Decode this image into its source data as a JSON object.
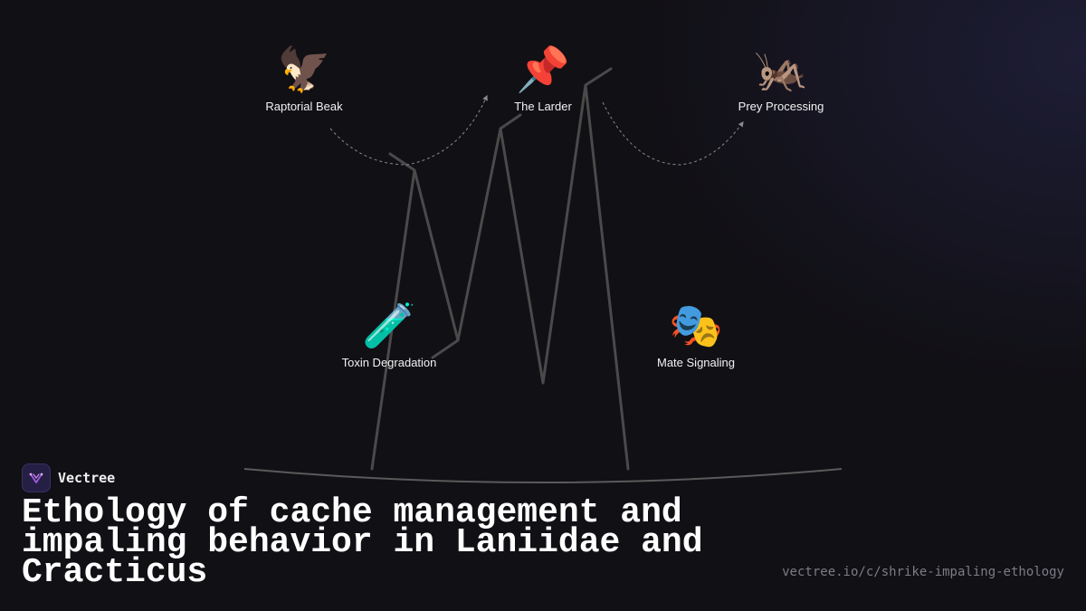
{
  "nodes": [
    {
      "emoji": "🦅",
      "emoji_name": "eagle-icon",
      "label": "Raptorial Beak"
    },
    {
      "emoji": "📌",
      "emoji_name": "pushpin-icon",
      "label": "The Larder"
    },
    {
      "emoji": "🦗",
      "emoji_name": "cricket-icon",
      "label": "Prey Processing"
    },
    {
      "emoji": "🧪",
      "emoji_name": "test-tube-icon",
      "label": "Toxin Degradation"
    },
    {
      "emoji": "🎭",
      "emoji_name": "theater-masks-icon",
      "label": "Mate Signaling"
    }
  ],
  "brand": {
    "name": "Vectree",
    "logo_icon": "vectree-logo-icon",
    "logo_color": "#261f45"
  },
  "title": "Ethology of cache management and impaling behavior in Laniidae and Cracticus",
  "url": "vectree.io/c/shrike-impaling-ethology",
  "colors": {
    "background": "#111015",
    "tree_lines": "#4a4a4a",
    "dashed_arrows": "#8a8a8a",
    "text": "#ffffff",
    "url_text": "#7c7c86"
  }
}
